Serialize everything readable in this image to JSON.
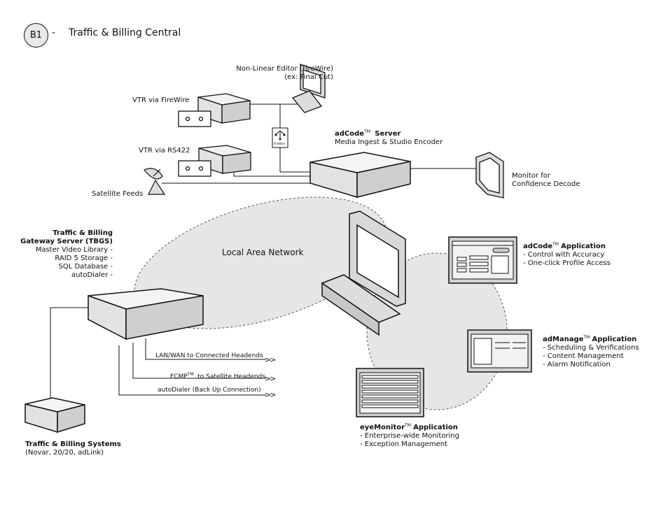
{
  "header": {
    "badge": "B1",
    "dash": "-",
    "title": "Traffic & Billing Central"
  },
  "labels": {
    "nle_line1": "Non-Linear Editor (FireWire)",
    "nle_line2": "(ex: Final Cut)",
    "vtr_firewire": "VTR via FireWire",
    "vtr_rs422": "VTR via RS422",
    "satellite_feeds": "Satellite Feeds",
    "firewire_badge": "FireWire",
    "adcode_server_name": "adCode",
    "adcode_server_suffix": "Server",
    "adcode_server_desc": "Media Ingest & Studio Encoder",
    "monitor_line1": "Monitor for",
    "monitor_line2": "Confidence Decode",
    "lan": "Local Area Network",
    "tm": "TM",
    "arrow": ">>"
  },
  "tbgs": {
    "title_line1": "Traffic & Billing",
    "title_line2": "Gateway Server (TBGS)",
    "items": [
      "Master Video Library -",
      "RAID 5 Storage -",
      "SQL Database -",
      "autoDialer -"
    ]
  },
  "connections": {
    "lan_wan": "LAN/WAN to Connected Headends",
    "fcmp_name": "FCMP",
    "fcmp_suffix": "to Satellite Headends",
    "autodialer": "autoDialer  (Back Up Connection)"
  },
  "tbs": {
    "title": "Traffic & Billing Systems",
    "subtitle": "(Novar, 20/20, adLink)"
  },
  "applications": {
    "adcode": {
      "name": "adCode",
      "suffix": "Application",
      "features": [
        "- Control with Accuracy",
        "- One-click Profile Access"
      ]
    },
    "admanage": {
      "name": "adManage",
      "suffix": "Application",
      "features": [
        "- Scheduling & Verifications",
        "- Content Management",
        "- Alarm Notification"
      ]
    },
    "eyemonitor": {
      "name": "eyeMonitor",
      "suffix": "Application",
      "features": [
        "- Enterprise-wide Monitoring",
        "- Exception Management"
      ]
    }
  }
}
